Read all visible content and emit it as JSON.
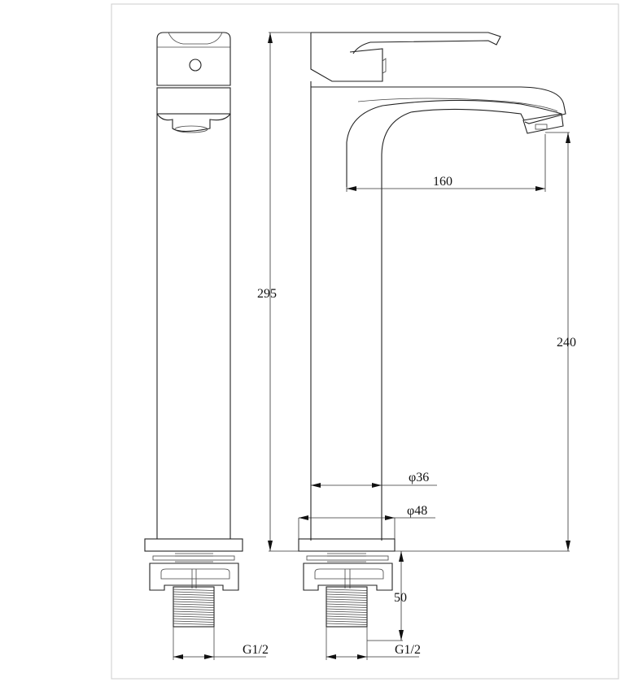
{
  "drawing": {
    "title": "Tall basin mixer tap dimension drawing",
    "dimensions": {
      "total_height": "295",
      "spout_height": "240",
      "spout_reach": "160",
      "body_diameter": "φ36",
      "base_diameter": "φ48",
      "thread_length": "50",
      "thread_front": "G1/2",
      "thread_side": "G1/2"
    },
    "colors": {
      "line": "#222222",
      "frame": "#cccccc"
    }
  }
}
